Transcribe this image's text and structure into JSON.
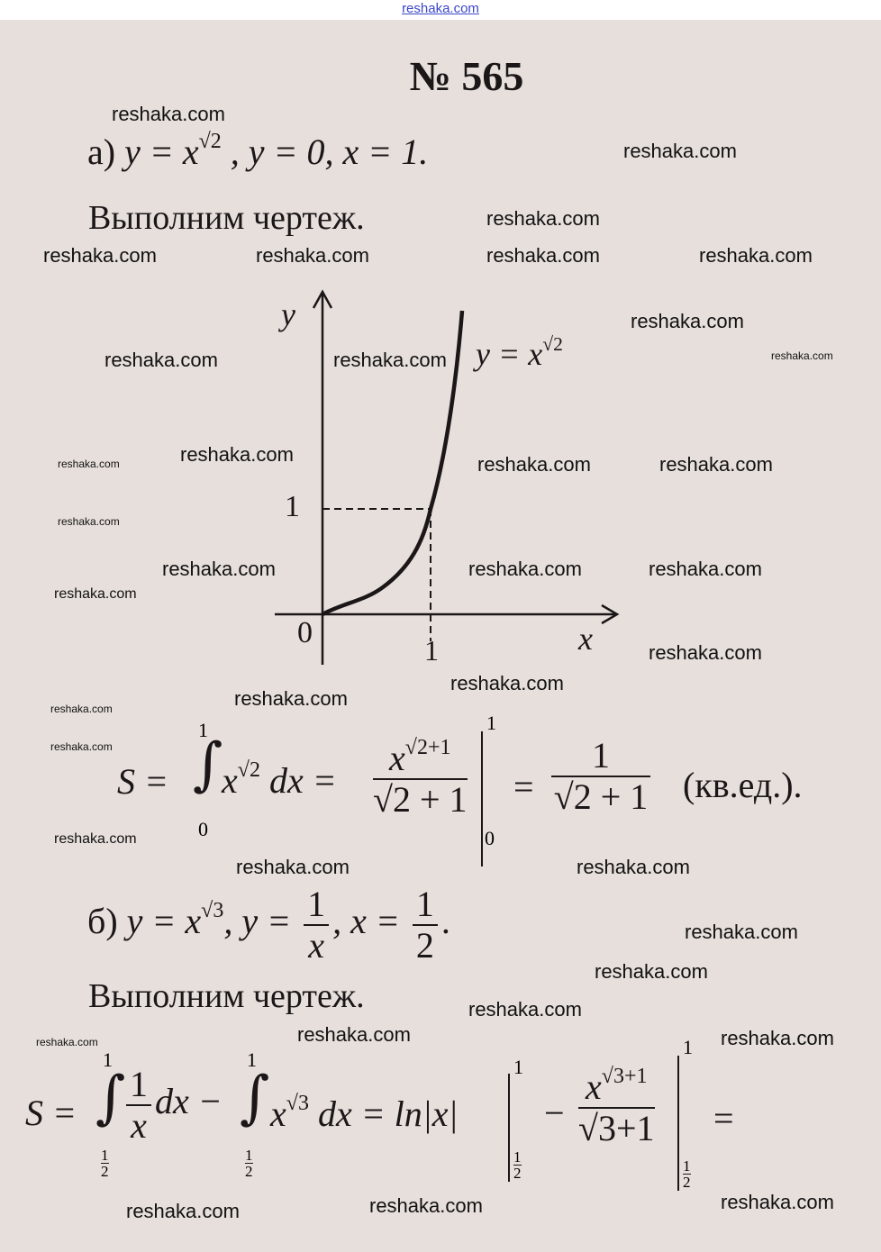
{
  "site_link": "reshaka.com",
  "watermark": "reshaka.com",
  "problem": {
    "title": "№ 565",
    "part_a": {
      "label": "а)",
      "equation": "y = x",
      "exponent": "√2",
      "conditions": ", y = 0, x = 1."
    },
    "drawing_heading": "Выполним чертеж.",
    "graph": {
      "y_axis_label": "y",
      "x_axis_label": "x",
      "origin_label": "0",
      "y_tick": "1",
      "x_tick": "1",
      "curve_label": "y = x",
      "curve_exponent": "√2"
    },
    "integral_a": {
      "lhs": "S =",
      "upper": "1",
      "lower": "0",
      "integrand": "x",
      "integrand_exp": "√2",
      "dx": "dx =",
      "num": "x",
      "num_exp": "√2+1",
      "den": "√2 + 1",
      "eval_upper": "1",
      "eval_lower": "0",
      "eq": "=",
      "result_num": "1",
      "result_den": "√2 + 1",
      "units": "(кв.ед.)."
    },
    "part_b": {
      "label": "б)",
      "eq1": "y = x",
      "eq1_exp": "√3",
      "eq2": ", y =",
      "frac1_num": "1",
      "frac1_den": "x",
      "eq3": ", x =",
      "frac2_num": "1",
      "frac2_den": "2",
      "end": "."
    },
    "drawing_heading_b": "Выполним чертеж.",
    "integral_b": {
      "lhs": "S =",
      "upper": "1",
      "lower_num": "1",
      "lower_den": "2",
      "f1_num": "1",
      "f1_den": "x",
      "dx1": "dx −",
      "integrand": "x",
      "integrand_exp": "√3",
      "dx2": "dx = ln|x|",
      "minus": "−",
      "num": "x",
      "num_exp": "√3+1",
      "den": "√3+1",
      "eq": "="
    }
  }
}
